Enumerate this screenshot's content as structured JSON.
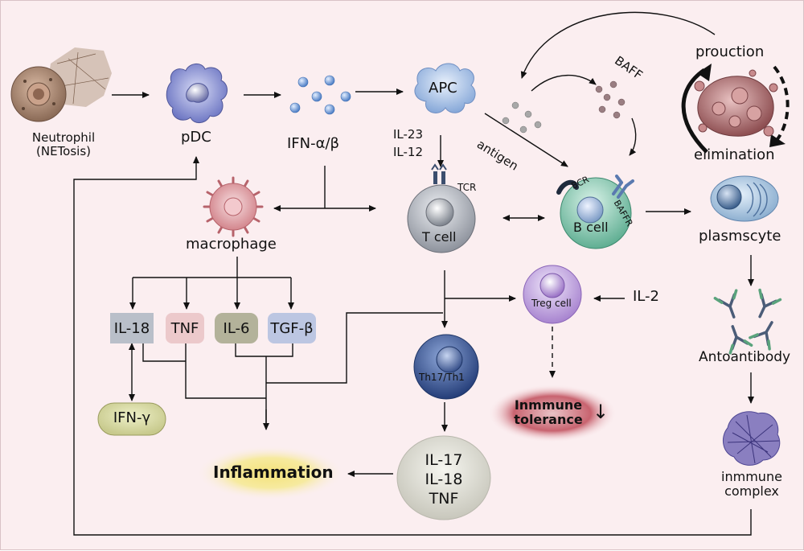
{
  "labels": {
    "neutrophil": "Neutrophil",
    "netosis": "(NETosis)",
    "pdc": "pDC",
    "ifn_ab": "IFN-α/β",
    "apc": "APC",
    "il23": "IL-23",
    "il12": "IL-12",
    "antigen": "antigen",
    "baff": "BAFF",
    "production": "prouction",
    "elimination": "elimination",
    "macrophage": "macrophage",
    "t_cell": "T cell",
    "tcr": "TCR",
    "b_cell": "B cell",
    "bcr": "BCR",
    "baffr": "BAFFR",
    "plasmacyte": "plasmscyte",
    "treg": "Treg cell",
    "il2": "IL-2",
    "th17": "Th17/Th1",
    "autoantibody": "Antoantibody",
    "immune_complex_1": "inmmune",
    "immune_complex_2": "complex",
    "inflammation": "Inflammation",
    "tolerance_1": "Inmmune",
    "tolerance_2": "tolerance",
    "tolerance_arrow": "↓",
    "ifn_gamma": "IFN-γ",
    "cyto_il17": "IL-17",
    "cyto_il18": "IL-18",
    "cyto_tnf": "TNF"
  },
  "cytokine_boxes": [
    {
      "label": "IL-18",
      "color": "#b9bfc9"
    },
    {
      "label": "TNF",
      "color": "#ecc9cb"
    },
    {
      "label": "IL-6",
      "color": "#b3b29a"
    },
    {
      "label": "TGF-β",
      "color": "#bcc6e2"
    }
  ],
  "colors": {
    "background": "#fbeef0",
    "pdc": "#8f96d6",
    "ifn_dots": "#7aa2dd",
    "apc": "#a9c2e8",
    "macrophage": "#e6a8ad",
    "t_cell": "#aeb2bb",
    "b_cell": "#8fcdb4",
    "plasmacyte": "#9ec0dd",
    "treg": "#c3a6df",
    "th17": "#3f5d9a",
    "immune_complex": "#8a7fc0",
    "apoptotic_cell": "#a86a6a"
  }
}
